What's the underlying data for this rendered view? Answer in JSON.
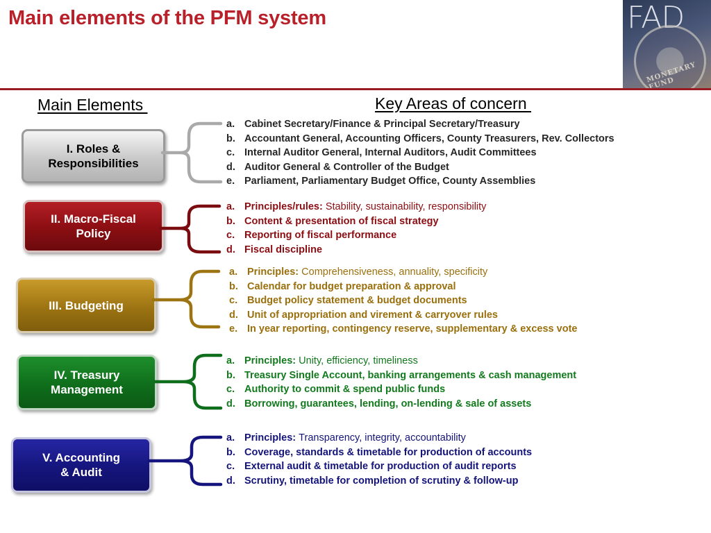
{
  "title": "Main elements of the PFM system",
  "logo": {
    "text": "FAD",
    "seal_text": "MONETARY FUND"
  },
  "headers": {
    "main": "Main Elements ",
    "key": "Key Areas of concern "
  },
  "colors": {
    "title": "#b8202a",
    "roles": "#bdbdbd",
    "macro": "#8a0e12",
    "budget": "#9d7412",
    "treasury": "#0f6e1b",
    "accounting": "#15157d"
  },
  "elements": [
    {
      "label_lines": [
        "I. Roles &",
        "Responsibilities"
      ],
      "items": [
        {
          "marker": "a.",
          "bold": "Cabinet Secretary/Finance & Principal Secretary/Treasury",
          "plain": ""
        },
        {
          "marker": "b.",
          "bold": "Accountant General, Accounting Officers, County Treasurers, Rev. Collectors",
          "plain": ""
        },
        {
          "marker": "c.",
          "bold": "Internal Auditor General, Internal Auditors, Audit Committees",
          "plain": ""
        },
        {
          "marker": "d.",
          "bold": "Auditor General & Controller of the Budget",
          "plain": ""
        },
        {
          "marker": "e.",
          "bold": "Parliament, Parliamentary Budget Office, County Assemblies",
          "plain": ""
        }
      ]
    },
    {
      "label_lines": [
        "II. Macro-Fiscal",
        "Policy"
      ],
      "items": [
        {
          "marker": "a.",
          "bold": "Principles/rules: ",
          "plain": "Stability, sustainability, responsibility"
        },
        {
          "marker": "b.",
          "bold": "Content & presentation of fiscal strategy",
          "plain": ""
        },
        {
          "marker": "c.",
          "bold": "Reporting of fiscal performance",
          "plain": ""
        },
        {
          "marker": "d.",
          "bold": "Fiscal discipline",
          "plain": ""
        }
      ]
    },
    {
      "label_lines": [
        "III. Budgeting"
      ],
      "items": [
        {
          "marker": "a.",
          "bold": "Principles: ",
          "plain": "Comprehensiveness, annuality, specificity"
        },
        {
          "marker": "b.",
          "bold": "Calendar for budget preparation & approval",
          "plain": ""
        },
        {
          "marker": "c.",
          "bold": "Budget policy statement & budget documents",
          "plain": ""
        },
        {
          "marker": "d.",
          "bold": "Unit of appropriation and virement & carryover rules",
          "plain": ""
        },
        {
          "marker": "e.",
          "bold": "In year reporting, contingency reserve, supplementary & excess vote",
          "plain": ""
        }
      ]
    },
    {
      "label_lines": [
        "IV. Treasury",
        "Management"
      ],
      "items": [
        {
          "marker": "a.",
          "bold": "Principles: ",
          "plain": "Unity, efficiency, timeliness"
        },
        {
          "marker": "b.",
          "bold": "Treasury Single Account, banking arrangements & cash management",
          "plain": ""
        },
        {
          "marker": "c.",
          "bold": "Authority to commit & spend public funds",
          "plain": ""
        },
        {
          "marker": "d.",
          "bold": "Borrowing, guarantees, lending, on-lending & sale of assets",
          "plain": ""
        }
      ]
    },
    {
      "label_lines": [
        "V. Accounting",
        "& Audit"
      ],
      "items": [
        {
          "marker": "a.",
          "bold": "Principles: ",
          "plain": "Transparency, integrity, accountability"
        },
        {
          "marker": "b.",
          "bold": "Coverage, standards & timetable for production of accounts",
          "plain": ""
        },
        {
          "marker": "c.",
          "bold": "External audit & timetable for production of audit reports",
          "plain": ""
        },
        {
          "marker": "d.",
          "bold": "Scrutiny, timetable for completion of scrutiny & follow-up",
          "plain": ""
        }
      ]
    }
  ]
}
